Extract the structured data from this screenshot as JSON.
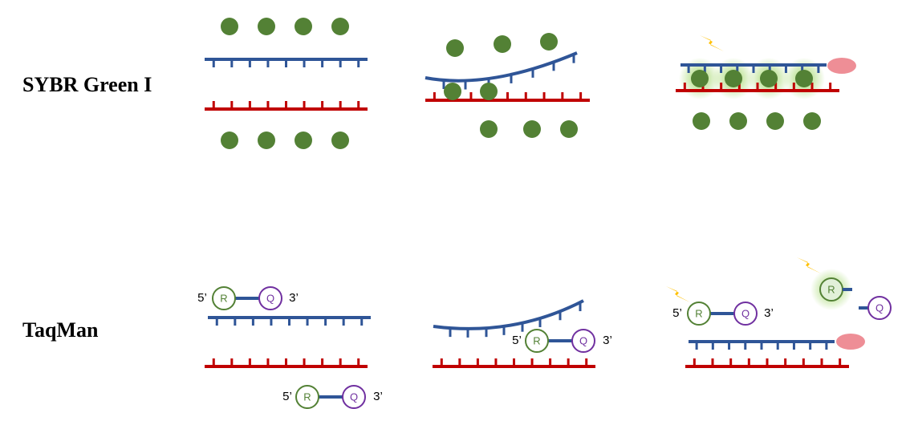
{
  "rows": {
    "sybr": {
      "title": "SYBR Green I"
    },
    "taqman": {
      "title": "TaqMan"
    }
  },
  "probe": {
    "reporter_letter": "R",
    "quencher_letter": "Q",
    "five_prime": "5’",
    "three_prime": "3’"
  },
  "colors": {
    "strand_blue": "#2f5597",
    "strand_red": "#c00000",
    "dye_green": "#538135",
    "glow_green": "#92d050",
    "reporter_fill": "#e2f0d9",
    "quencher_purple": "#7030a0",
    "polymerase_pink": "#ee8e96",
    "lightning": "#ffc000"
  }
}
